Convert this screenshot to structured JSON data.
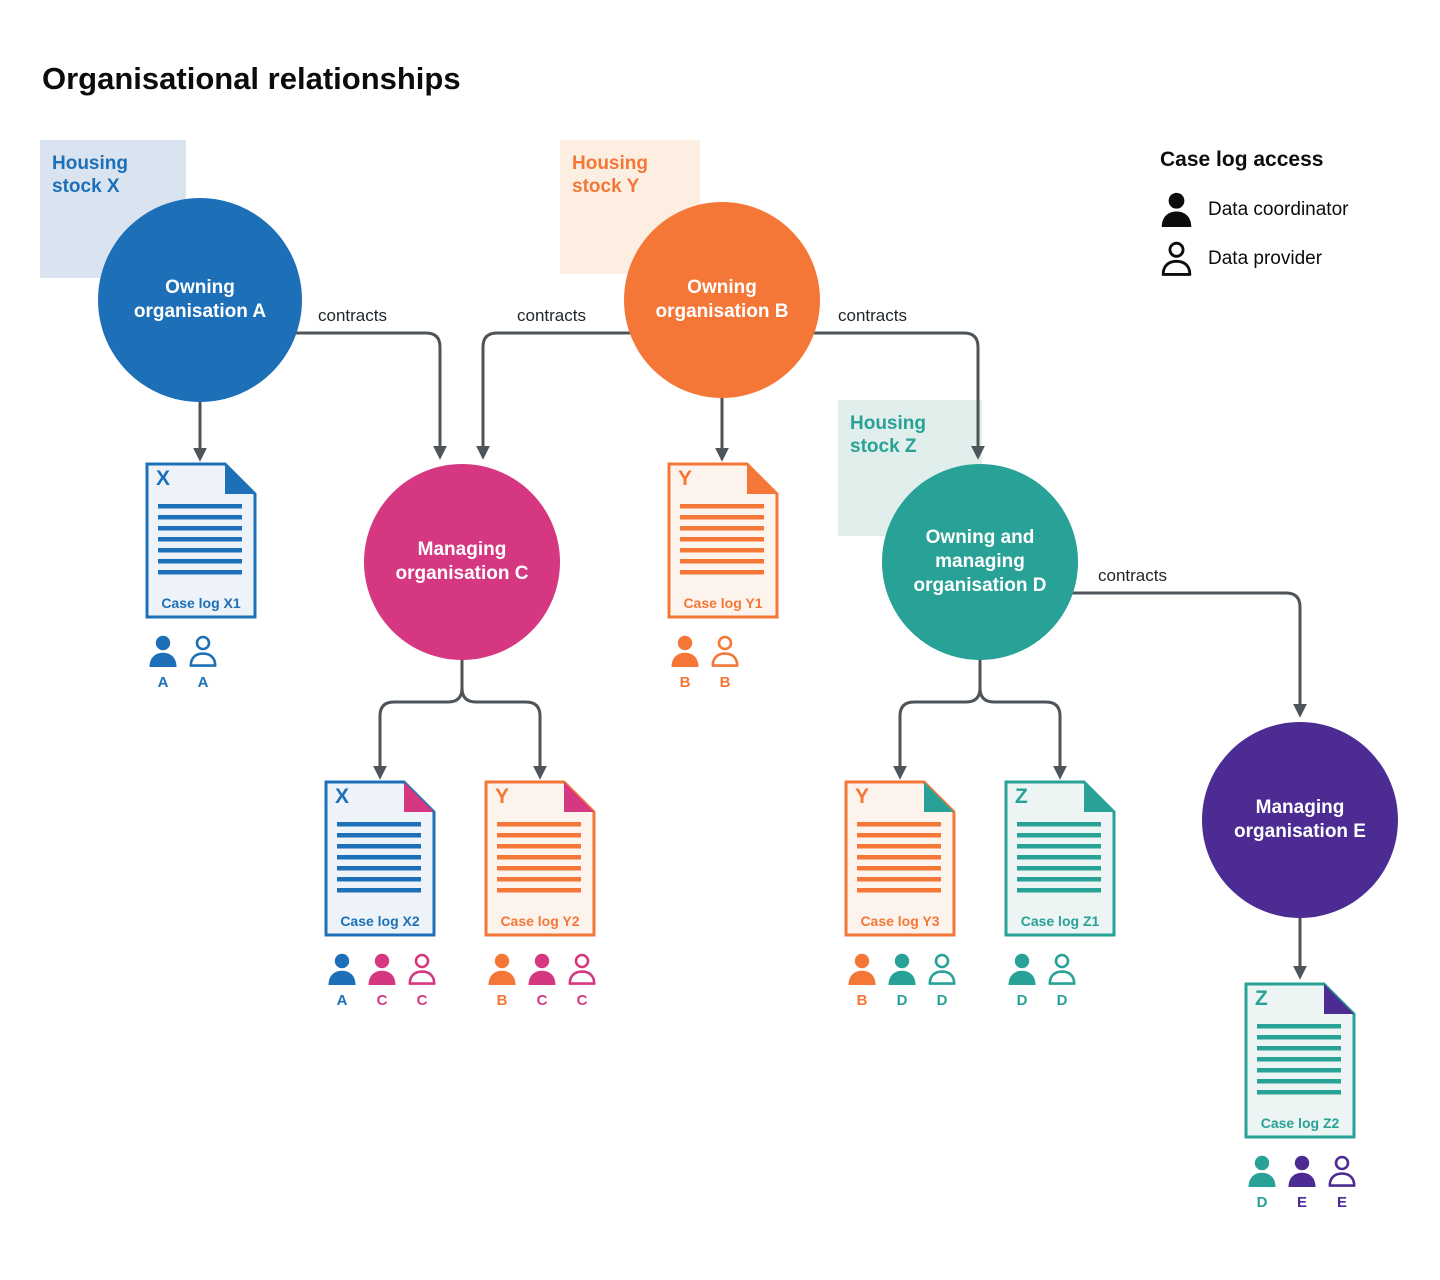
{
  "title": "Organisational relationships",
  "legend": {
    "title": "Case log access",
    "items": [
      {
        "icon": "person-filled-icon",
        "label": "Data coordinator",
        "color": "#0b0c0c"
      },
      {
        "icon": "person-outline-icon",
        "label": "Data provider",
        "color": "#0b0c0c"
      }
    ]
  },
  "labels": {
    "contracts": "contracts"
  },
  "housing_stocks": {
    "x": {
      "label": "Housing stock X",
      "color": "#1d70b8",
      "bg": "#d9e4f0"
    },
    "y": {
      "label": "Housing stock Y",
      "color": "#f47738",
      "bg": "#fdeee2"
    },
    "z": {
      "label": "Housing stock Z",
      "color": "#28a197",
      "bg": "#e1efec"
    }
  },
  "organisations": {
    "a": {
      "label": "Owning organisation A",
      "color": "#1d70b8"
    },
    "b": {
      "label": "Owning organisation B",
      "color": "#f47738"
    },
    "c": {
      "label": "Managing organisation C",
      "color": "#d53880"
    },
    "d": {
      "label": "Owning and managing organisation D",
      "color": "#28a197"
    },
    "e": {
      "label": "Managing organisation E",
      "color": "#4c2c92"
    }
  },
  "case_logs": {
    "x1": {
      "letter": "X",
      "label": "Case log X1",
      "color": "#1d70b8",
      "tint": "#edf3f9",
      "fold": "#1d70b8",
      "access": [
        {
          "role": "Data coordinator",
          "org": "A",
          "color": "#1d70b8"
        },
        {
          "role": "Data provider",
          "org": "A",
          "color": "#1d70b8"
        }
      ]
    },
    "y1": {
      "letter": "Y",
      "label": "Case log Y1",
      "color": "#f47738",
      "tint": "#fdf3ed",
      "fold": "#f47738",
      "access": [
        {
          "role": "Data coordinator",
          "org": "B",
          "color": "#f47738"
        },
        {
          "role": "Data provider",
          "org": "B",
          "color": "#f47738"
        }
      ]
    },
    "x2": {
      "letter": "X",
      "label": "Case log X2",
      "color": "#1d70b8",
      "tint": "#edf3f9",
      "fold": "#d53880",
      "access": [
        {
          "role": "Data coordinator",
          "org": "A",
          "color": "#1d70b8"
        },
        {
          "role": "Data coordinator",
          "org": "C",
          "color": "#d53880"
        },
        {
          "role": "Data provider",
          "org": "C",
          "color": "#d53880"
        }
      ]
    },
    "y2": {
      "letter": "Y",
      "label": "Case log Y2",
      "color": "#f47738",
      "tint": "#fdf3ed",
      "fold": "#d53880",
      "access": [
        {
          "role": "Data coordinator",
          "org": "B",
          "color": "#f47738"
        },
        {
          "role": "Data coordinator",
          "org": "C",
          "color": "#d53880"
        },
        {
          "role": "Data provider",
          "org": "C",
          "color": "#d53880"
        }
      ]
    },
    "y3": {
      "letter": "Y",
      "label": "Case log Y3",
      "color": "#f47738",
      "tint": "#fdf3ed",
      "fold": "#28a197",
      "access": [
        {
          "role": "Data coordinator",
          "org": "B",
          "color": "#f47738"
        },
        {
          "role": "Data coordinator",
          "org": "D",
          "color": "#28a197"
        },
        {
          "role": "Data provider",
          "org": "D",
          "color": "#28a197"
        }
      ]
    },
    "z1": {
      "letter": "Z",
      "label": "Case log Z1",
      "color": "#28a197",
      "tint": "#ecf5f4",
      "fold": "#28a197",
      "access": [
        {
          "role": "Data coordinator",
          "org": "D",
          "color": "#28a197"
        },
        {
          "role": "Data provider",
          "org": "D",
          "color": "#28a197"
        }
      ]
    },
    "z2": {
      "letter": "Z",
      "label": "Case log Z2",
      "color": "#28a197",
      "tint": "#ecf5f4",
      "fold": "#4c2c92",
      "access": [
        {
          "role": "Data coordinator",
          "org": "D",
          "color": "#28a197"
        },
        {
          "role": "Data coordinator",
          "org": "E",
          "color": "#4c2c92"
        },
        {
          "role": "Data provider",
          "org": "E",
          "color": "#4c2c92"
        }
      ]
    }
  },
  "colors": {
    "connector": "#4f5459",
    "blue": "#1d70b8",
    "orange": "#f47738",
    "pink": "#d53880",
    "teal": "#28a197",
    "purple": "#4c2c92"
  }
}
